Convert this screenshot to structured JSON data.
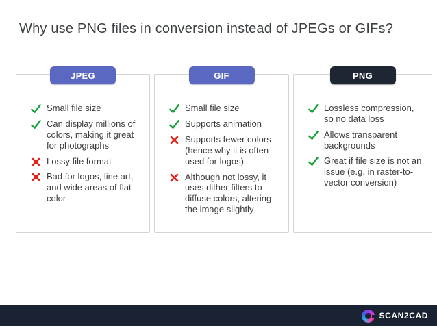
{
  "title": "Why use PNG files in conversion instead of JPEGs or GIFs?",
  "colors": {
    "badge_indigo": "#5b68c2",
    "badge_dark": "#1d2632",
    "check_green": "#18a23b",
    "cross_red": "#e0241b",
    "footer_bg": "#1a2331",
    "card_border": "#d4d4d4",
    "title_text": "#3c4043"
  },
  "columns": [
    {
      "label": "JPEG",
      "badge_style": "indigo",
      "items": [
        {
          "type": "check",
          "text": "Small file size"
        },
        {
          "type": "check",
          "text": "Can display millions of colors, making it great for photographs"
        },
        {
          "type": "cross",
          "text": "Lossy file format"
        },
        {
          "type": "cross",
          "text": "Bad for logos, line art, and wide areas of flat color"
        }
      ]
    },
    {
      "label": "GIF",
      "badge_style": "indigo",
      "items": [
        {
          "type": "check",
          "text": "Small file size"
        },
        {
          "type": "check",
          "text": "Supports animation"
        },
        {
          "type": "cross",
          "text": "Supports fewer colors (hence why it is often used for logos)"
        },
        {
          "type": "cross",
          "text": "Although not lossy, it uses dither filters to diffuse colors, altering the image slightly"
        }
      ]
    },
    {
      "label": "PNG",
      "badge_style": "dark",
      "items": [
        {
          "type": "check",
          "text": "Lossless compression, so no data loss"
        },
        {
          "type": "check",
          "text": "Allows transparent backgrounds"
        },
        {
          "type": "check",
          "text": "Great if file size is not an issue (e.g. in raster-to-vector conversion)"
        }
      ]
    }
  ],
  "footer": {
    "brand": "SCAN2CAD",
    "logo_icon": "scan2cad-swirl-icon"
  }
}
